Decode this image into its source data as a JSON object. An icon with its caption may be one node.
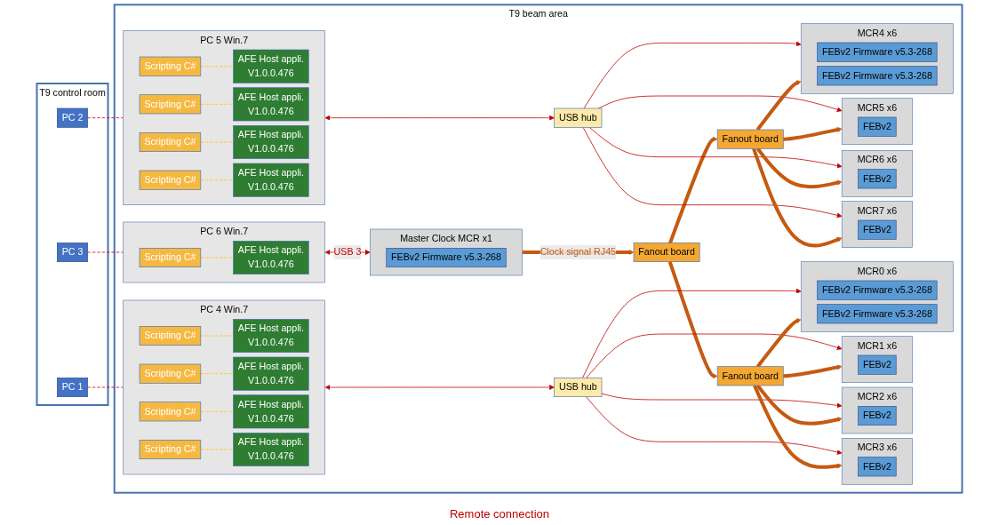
{
  "diagram": {
    "nodes": [
      {
        "text": [
          "T9 control room"
        ]
      },
      {
        "text": [
          "PC 1"
        ],
        "in": 0
      },
      {
        "text": [
          "PC 2"
        ],
        "in": 0
      },
      {
        "text": [
          "PC 3"
        ],
        "in": 0
      },
      {
        "text": [
          "T9 beam area"
        ]
      },
      {
        "text": [
          "PC 4 Win.7"
        ],
        "in": 4
      },
      {
        "text": [
          "Scripting C#"
        ],
        "in": 5
      },
      {
        "text": [
          "Scripting C#"
        ],
        "in": 5
      },
      {
        "text": [
          "Scripting C#"
        ],
        "in": 5
      },
      {
        "text": [
          "Scripting C#"
        ],
        "in": 5
      },
      {
        "text": [
          "AFE Host appli.",
          "V1.0.0.476"
        ],
        "in": 5
      },
      {
        "text": [
          "AFE Host appli.",
          "V1.0.0.476"
        ],
        "in": 5
      },
      {
        "text": [
          "AFE Host appli.",
          "V1.0.0.476"
        ],
        "in": 5
      },
      {
        "text": [
          "AFE Host appli.",
          "V1.0.0.476"
        ],
        "in": 5
      },
      {
        "text": [
          "PC 5 Win.7"
        ],
        "in": 4
      },
      {
        "text": [
          "Scripting C#"
        ],
        "in": 14
      },
      {
        "text": [
          "Scripting C#"
        ],
        "in": 14
      },
      {
        "text": [
          "Scripting C#"
        ],
        "in": 14
      },
      {
        "text": [
          "Scripting C#"
        ],
        "in": 14
      },
      {
        "text": [
          "AFE Host appli.",
          "V1.0.0.476"
        ],
        "in": 14
      },
      {
        "text": [
          "AFE Host appli.",
          "V1.0.0.476"
        ],
        "in": 14
      },
      {
        "text": [
          "AFE Host appli.",
          "V1.0.0.476"
        ],
        "in": 14
      },
      {
        "text": [
          "AFE Host appli.",
          "V1.0.0.476"
        ],
        "in": 14
      },
      {
        "text": [
          "PC 6 Win.7"
        ],
        "in": 4
      },
      {
        "text": [
          "Scripting C#"
        ],
        "in": 23
      },
      {
        "text": [
          "AFE Host appli.",
          "V1.0.0.476"
        ],
        "in": 23
      },
      {
        "text": [
          "USB hub"
        ],
        "in": 4
      },
      {
        "text": [
          "MCR3",
          "x6"
        ],
        "in": 4
      },
      {
        "text": [
          "FEBv2"
        ],
        "in": 27
      },
      {
        "text": [
          "MCR2",
          "x6"
        ],
        "in": 4
      },
      {
        "text": [
          "FEBv2"
        ],
        "in": 29
      },
      {
        "text": [
          "MCR1",
          "x6"
        ],
        "in": 4
      },
      {
        "text": [
          "FEBv2"
        ],
        "in": 31
      },
      {
        "text": [
          "MCR0",
          "x6"
        ],
        "in": 4
      },
      {
        "text": [
          "FEBv2 Firmware v5.3-268"
        ],
        "in": 33
      },
      {
        "text": [
          "FEBv2 Firmware v5.3-268"
        ],
        "in": 33
      },
      {
        "text": [
          "Fanout board"
        ],
        "in": 4
      },
      {
        "text": [
          "USB hub"
        ],
        "in": 4
      },
      {
        "text": [
          "MCR7",
          "x6"
        ],
        "in": 4
      },
      {
        "text": [
          "FEBv2"
        ],
        "in": 38
      },
      {
        "text": [
          "MCR6",
          "x6"
        ],
        "in": 4
      },
      {
        "text": [
          "FEBv2"
        ],
        "in": 40
      },
      {
        "text": [
          "MCR5",
          "x6"
        ],
        "in": 4
      },
      {
        "text": [
          "FEBv2"
        ],
        "in": 42
      },
      {
        "text": [
          "MCR4",
          "x6"
        ],
        "in": 4
      },
      {
        "text": [
          "FEBv2 Firmware v5.3-268"
        ],
        "in": 44
      },
      {
        "text": [
          "FEBv2 Firmware v5.3-268"
        ],
        "in": 44
      },
      {
        "text": [
          "Fanout board"
        ],
        "in": 4
      },
      {
        "text": [
          "Master Clock MCR",
          "x1"
        ],
        "in": 4
      },
      {
        "text": [
          "FEBv2 Firmware v5.3-268"
        ],
        "in": 48
      },
      {
        "text": [
          "Fanout board"
        ],
        "in": 4
      }
    ],
    "edges": [
      {
        "from": 1,
        "to": 5,
        "arrow": "none",
        "style": "dashed",
        "color": "#c00000"
      },
      {
        "from": 2,
        "to": 14,
        "arrow": "none",
        "style": "dashed",
        "color": "#c00000"
      },
      {
        "from": 3,
        "to": 23,
        "arrow": "none",
        "style": "dashed",
        "color": "#c00000"
      },
      {
        "from": 6,
        "to": 10,
        "arrow": "none",
        "style": "dashed",
        "color": "#ffc000"
      },
      {
        "from": 7,
        "to": 11,
        "arrow": "none",
        "style": "dashed",
        "color": "#ffc000"
      },
      {
        "from": 8,
        "to": 12,
        "arrow": "none",
        "style": "dashed",
        "color": "#ffc000"
      },
      {
        "from": 9,
        "to": 13,
        "arrow": "none",
        "style": "dashed",
        "color": "#ffc000"
      },
      {
        "from": 15,
        "to": 19,
        "arrow": "none",
        "style": "dashed",
        "color": "#ffc000"
      },
      {
        "from": 16,
        "to": 20,
        "arrow": "none",
        "style": "dashed",
        "color": "#ffc000"
      },
      {
        "from": 17,
        "to": 21,
        "arrow": "none",
        "style": "dashed",
        "color": "#ffc000"
      },
      {
        "from": 18,
        "to": 22,
        "arrow": "none",
        "style": "dashed",
        "color": "#ffc000"
      },
      {
        "from": 24,
        "to": 25,
        "arrow": "none",
        "style": "dashed",
        "color": "#ffc000"
      },
      {
        "from": 5,
        "to": 26,
        "arrow": "both",
        "color": "#c00000"
      },
      {
        "from": 26,
        "to": 27,
        "arrow": "to",
        "color": "#c00000"
      },
      {
        "from": 26,
        "to": 29,
        "arrow": "to",
        "color": "#c00000"
      },
      {
        "from": 26,
        "to": 31,
        "arrow": "to",
        "color": "#c00000"
      },
      {
        "from": 26,
        "to": 33,
        "arrow": "to",
        "color": "#c00000"
      },
      {
        "from": 36,
        "to": 27,
        "arrow": "to",
        "style": "thick",
        "color": "#c55a11"
      },
      {
        "from": 36,
        "to": 29,
        "arrow": "to",
        "style": "thick",
        "color": "#c55a11"
      },
      {
        "from": 36,
        "to": 31,
        "arrow": "to",
        "style": "thick",
        "color": "#c55a11"
      },
      {
        "from": 36,
        "to": 33,
        "arrow": "to",
        "style": "thick",
        "color": "#c55a11"
      },
      {
        "from": 14,
        "to": 37,
        "arrow": "both",
        "color": "#c00000"
      },
      {
        "from": 37,
        "to": 38,
        "arrow": "to",
        "color": "#c00000"
      },
      {
        "from": 37,
        "to": 40,
        "arrow": "to",
        "color": "#c00000"
      },
      {
        "from": 37,
        "to": 42,
        "arrow": "to",
        "color": "#c00000"
      },
      {
        "from": 37,
        "to": 44,
        "arrow": "to",
        "color": "#c00000"
      },
      {
        "from": 47,
        "to": 38,
        "arrow": "to",
        "style": "thick",
        "color": "#c55a11"
      },
      {
        "from": 47,
        "to": 40,
        "arrow": "to",
        "style": "thick",
        "color": "#c55a11"
      },
      {
        "from": 47,
        "to": 42,
        "arrow": "to",
        "style": "thick",
        "color": "#c55a11"
      },
      {
        "from": 47,
        "to": 44,
        "arrow": "to",
        "style": "thick",
        "color": "#c55a11"
      },
      {
        "from": 23,
        "to": 48,
        "arrow": "both",
        "label": "USB 3",
        "color": "#c00000"
      },
      {
        "from": 48,
        "to": 50,
        "arrow": "to",
        "label": "Clock signal RJ45",
        "style": "thick",
        "color": "#c55a11"
      },
      {
        "from": 50,
        "to": 36,
        "arrow": "to",
        "style": "thick",
        "color": "#c55a11"
      },
      {
        "from": 50,
        "to": 47,
        "arrow": "to",
        "style": "thick",
        "color": "#c55a11"
      }
    ],
    "labels": [
      "Remote connection"
    ]
  }
}
